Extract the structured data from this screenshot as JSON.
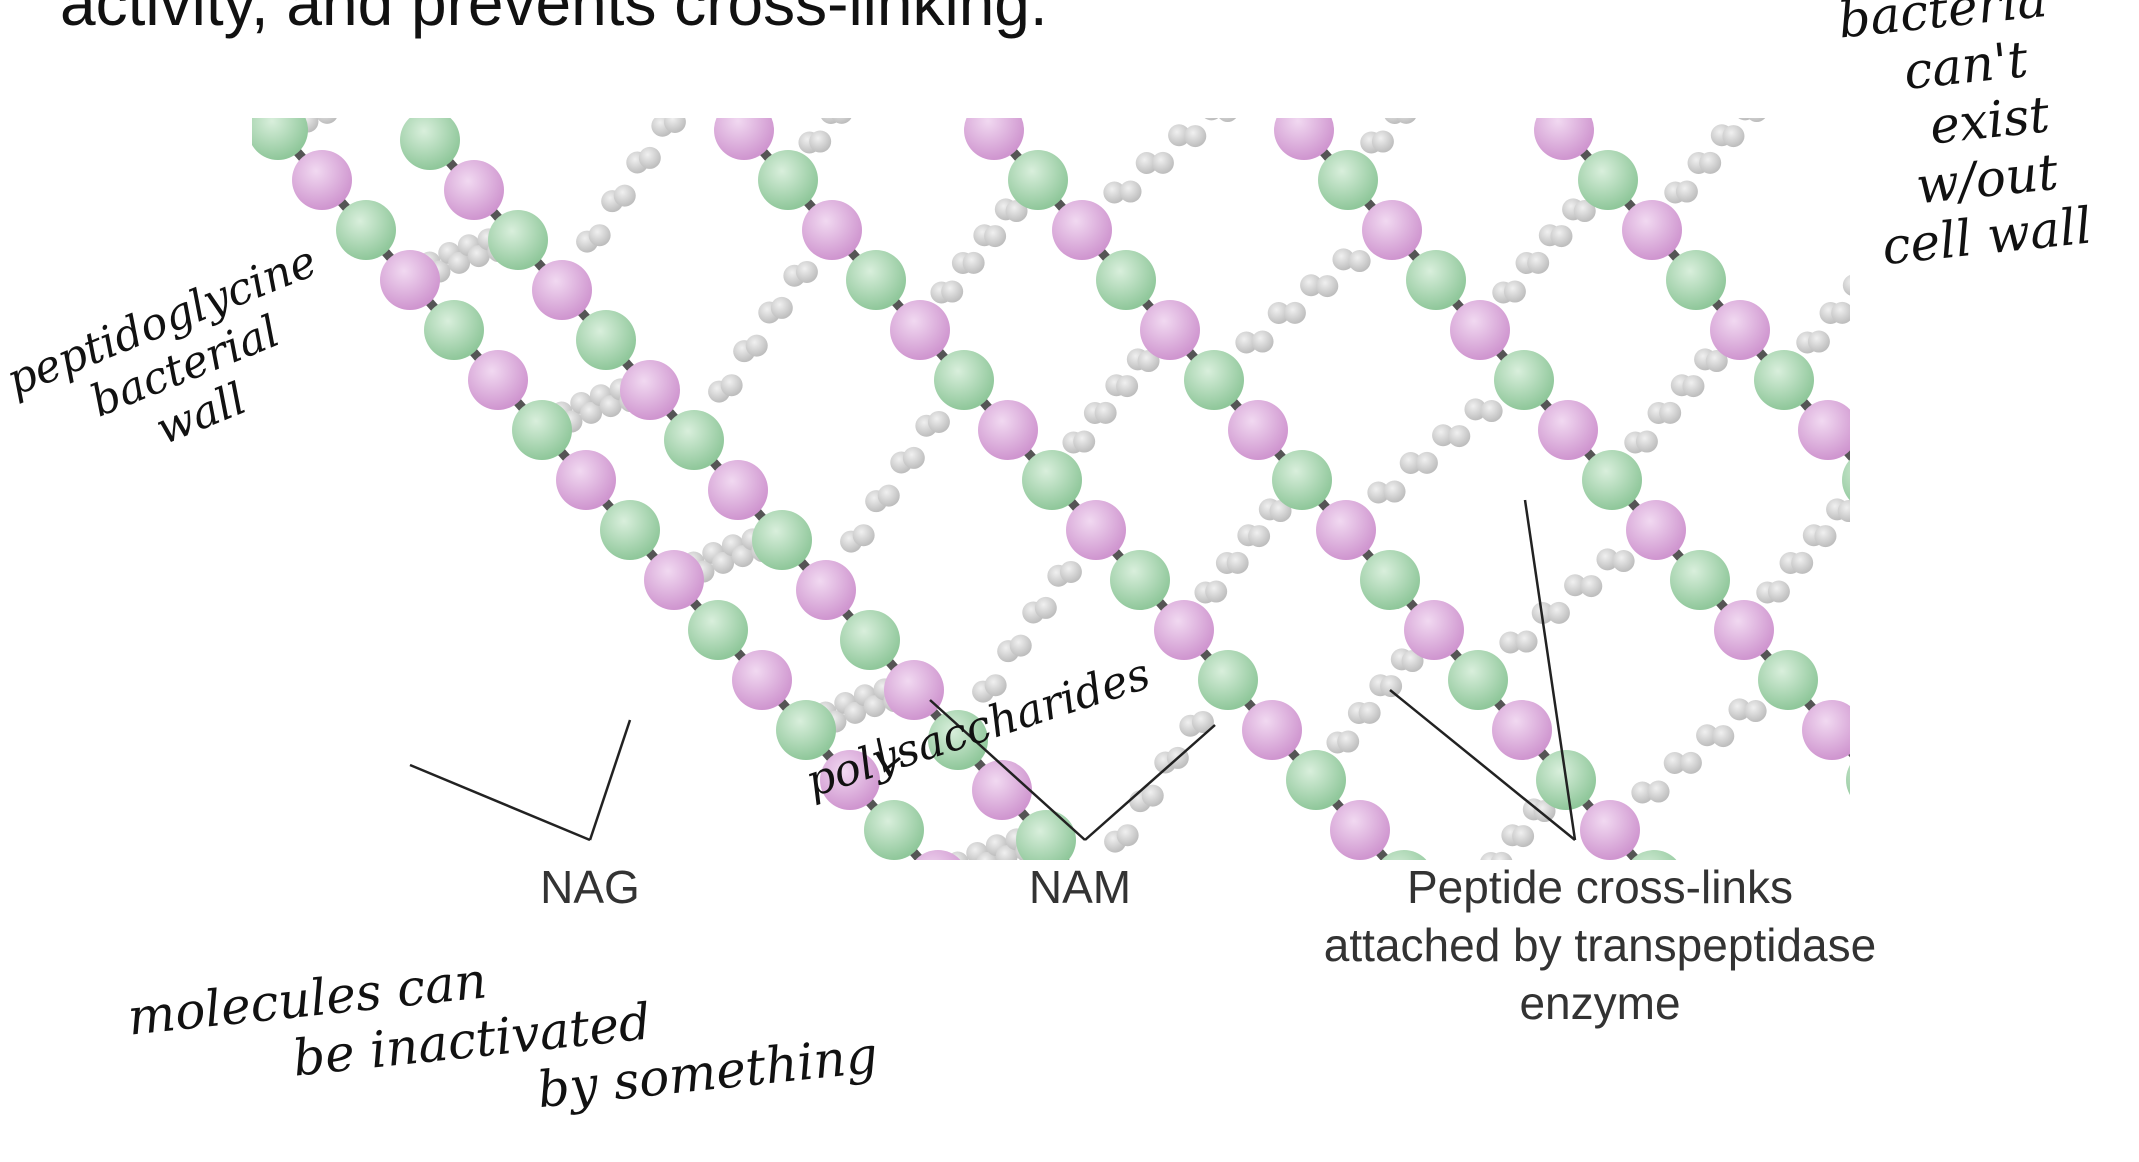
{
  "header": {
    "text": "activity, and prevents cross-linking."
  },
  "labels": {
    "nag": "NAG",
    "nam": "NAM",
    "peptide": [
      "Peptide cross-links",
      "attached by transpeptidase",
      "enzyme"
    ]
  },
  "annotations": {
    "top_right": [
      "bacteria",
      "can't",
      "exist",
      "w/out",
      "cell wall"
    ],
    "left": [
      "peptidoglycine",
      "bacterial",
      "wall"
    ],
    "polysaccharides": "polysaccharides",
    "bottom": [
      "molecules can",
      "be inactivated",
      "by something"
    ]
  },
  "colors": {
    "nag_green": "#9fd0a8",
    "nam_purple": "#d8a6d8",
    "link_gray": "#cfcfcf",
    "bond": "#555555",
    "leader": "#222222"
  }
}
